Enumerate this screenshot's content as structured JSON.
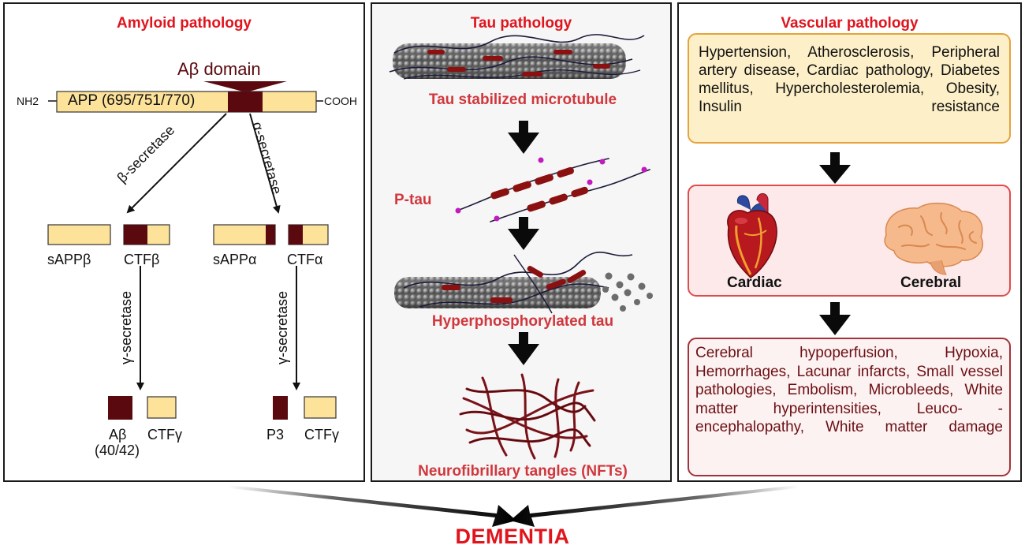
{
  "amyloid": {
    "title": "Amyloid pathology",
    "domain_label": "Aβ domain",
    "nh2": "NH2",
    "cooh": "COOH",
    "app_label": "APP (695/751/770)",
    "beta_secretase": "β-secretase",
    "alpha_secretase": "α-secretase",
    "gamma_secretase": "γ-secretase",
    "sappb": "sAPPβ",
    "ctfb": "CTFβ",
    "sappa": "sAPPα",
    "ctfa": "CTFα",
    "abeta": "Aβ",
    "abeta_sub": "(40/42)",
    "ctfg": "CTFγ",
    "p3": "P3"
  },
  "tau": {
    "title": "Tau pathology",
    "stabilized": "Tau stabilized microtubule",
    "ptau": "P-tau",
    "hyper": "Hyperphosphorylated tau",
    "nft": "Neurofibrillary tangles (NFTs)"
  },
  "vascular": {
    "title": "Vascular pathology",
    "risk_factors": "Hypertension, Atherosclerosis, Peripheral artery disease, Cardiac pathology, Diabetes mellitus, Hypercholesterolemia, Obesity, Insulin resistance",
    "cardiac": "Cardiac",
    "cerebral": "Cerebral",
    "outcomes": "Cerebral hypoperfusion, Hypoxia, Hemorrhages, Lacunar infarcts, Small vessel pathologies, Embolism, Microbleeds, White matter hyperintensities, Leuco- -encephalopathy, White matter damage"
  },
  "outcome": "DEMENTIA",
  "colors": {
    "title_red": "#e0141d",
    "tau_label_red": "#d0373d",
    "app_yellow": "#fde39a",
    "abeta_maroon": "#5a0a0f",
    "risk_box_fill": "#fdf0c8",
    "organ_box_fill": "#fde9ea",
    "outcome_text": "#6b0f14"
  }
}
